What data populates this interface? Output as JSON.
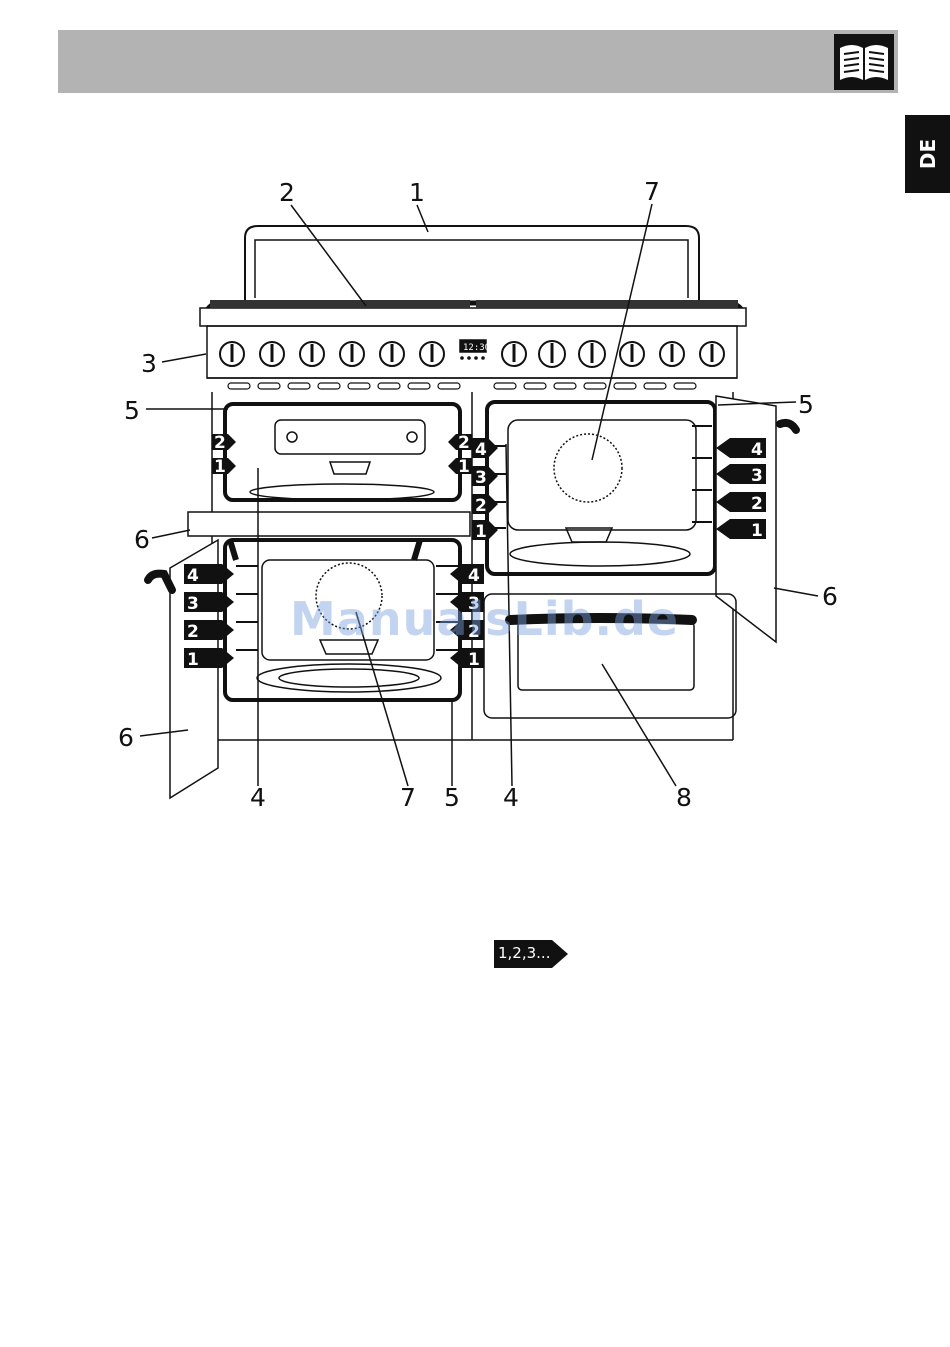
{
  "language_tab": "DE",
  "header": {
    "icon": "open-book-icon"
  },
  "callouts": {
    "c1": "1",
    "c2": "2",
    "c3": "3",
    "c4a": "4",
    "c4b": "4",
    "c5a": "5",
    "c5b": "5",
    "c5c": "5",
    "c6a": "6",
    "c6b": "6",
    "c6c": "6",
    "c7a": "7",
    "c7b": "7",
    "c8": "8"
  },
  "clock_display": "12:30",
  "shelves": {
    "upper_left": [
      "2",
      "1"
    ],
    "upper_left_right": [
      "2",
      "1"
    ],
    "right_oven_inner": [
      "4",
      "3",
      "2",
      "1"
    ],
    "right_door": [
      "4",
      "3",
      "2",
      "1"
    ],
    "lower_left_door": [
      "4",
      "3",
      "2",
      "1"
    ],
    "lower_left_inner": [
      "4",
      "3",
      "2",
      "1"
    ]
  },
  "shelf_reference_tag": "1,2,3...",
  "watermark": "ManualsLib.de",
  "colors": {
    "header_gray": "#b3b3b3",
    "black": "#111111"
  }
}
